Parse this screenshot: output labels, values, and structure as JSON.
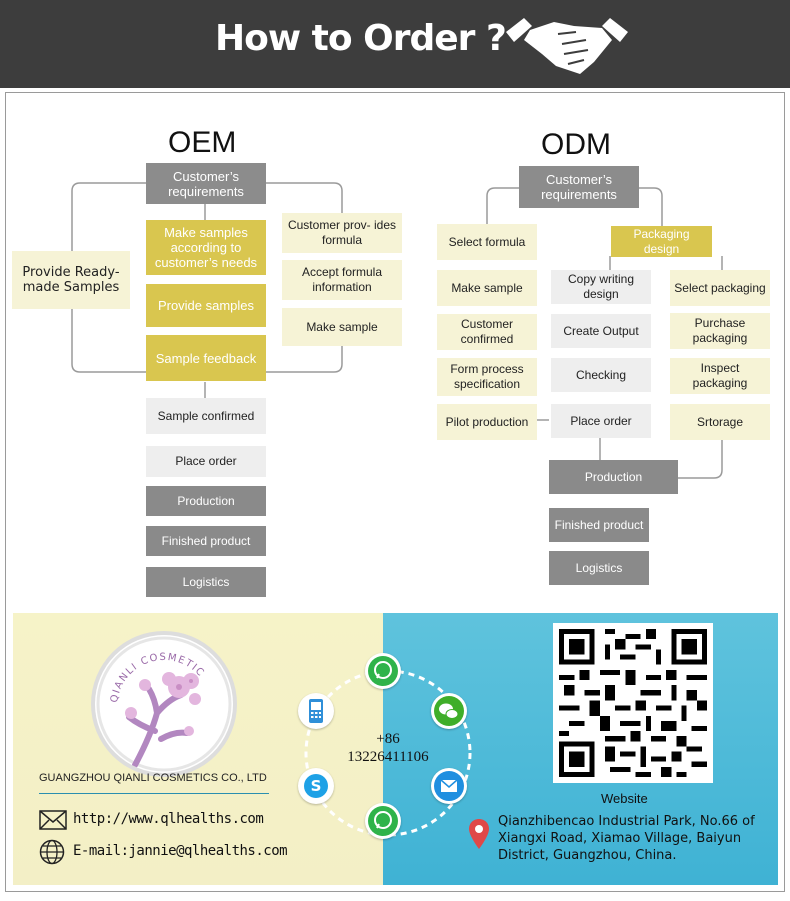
{
  "banner": {
    "title": "How to Order ?"
  },
  "oem": {
    "title": "OEM",
    "requirements": "Customer’s requirements",
    "ready_made": "Provide Ready-made Samples",
    "make_samples": "Make samples according to customer’s needs",
    "provide_samples": "Provide samples",
    "sample_feedback": "Sample feedback",
    "formula": "Customer prov- ides  formula",
    "formula_info": "Accept formula information",
    "make_sample": "Make sample",
    "sample_confirmed": "Sample confirmed",
    "place_order": "Place order",
    "production": "Production",
    "finished": "Finished product",
    "logistics": "Logistics"
  },
  "odm": {
    "title": "ODM",
    "requirements": "Customer’s requirements",
    "select_formula": "Select formula",
    "make_sample": "Make sample",
    "customer_confirmed": "Customer confirmed",
    "form_process": "Form process specification",
    "pilot": "Pilot production",
    "packaging_design": "Packaging design",
    "copy_writing": "Copy writing design",
    "create_output": "Create Output",
    "checking": "Checking",
    "place_order": "Place order",
    "select_packaging": "Select packaging",
    "purchase_packaging": "Purchase packaging",
    "inspect_packaging": "Inspect packaging",
    "storage": "Srtorage",
    "production": "Production",
    "finished": "Finished product",
    "logistics": "Logistics"
  },
  "footer": {
    "logo_text": "QIANLI COSMETIC",
    "company": "GUANGZHOU QIANLI COSMETICS CO., LTD",
    "website": "http://www.qlhealths.com",
    "email": "E-mail:jannie@qlhealths.com",
    "phone_prefix": "+86",
    "phone": "13226411106",
    "qr_label": "Website",
    "address": "Qianzhibencao Industrial Park, No.66 of Xiangxi Road, Xiamao Village, Baiyun District, Guangzhou, China."
  },
  "colors": {
    "banner": "#3d3d3d",
    "dark_box": "#8c8c8c",
    "gold_box": "#d9c64f",
    "cream_box": "#f6f3d6",
    "light_box": "#eeeeee",
    "footer_left": "#f6f3c8",
    "footer_right": "#45b6d6"
  }
}
